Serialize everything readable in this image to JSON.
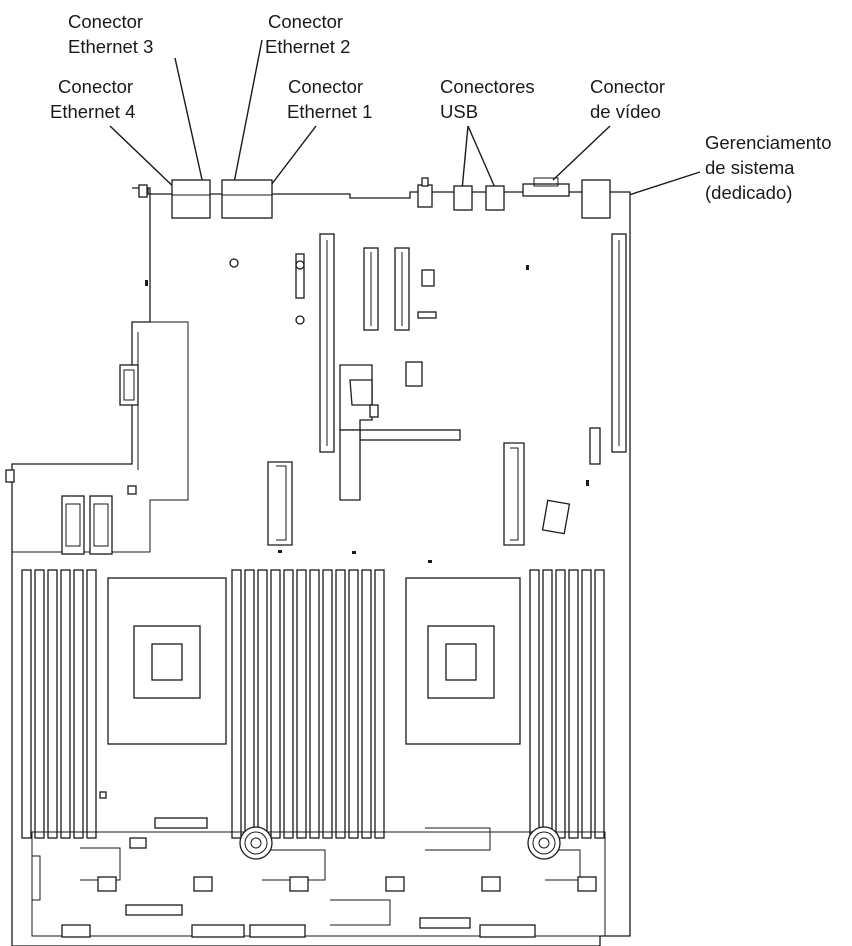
{
  "labels": {
    "eth3": [
      "Conector",
      "Ethernet 3"
    ],
    "eth2": [
      "Conector",
      "Ethernet 2"
    ],
    "eth4": [
      "Conector",
      "Ethernet 4"
    ],
    "eth1": [
      "Conector",
      "Ethernet 1"
    ],
    "usb": [
      "Conectores",
      "USB"
    ],
    "video": [
      "Conector",
      "de vídeo"
    ],
    "mgmt": [
      "Gerenciamento",
      "de sistema",
      "(dedicado)"
    ]
  }
}
